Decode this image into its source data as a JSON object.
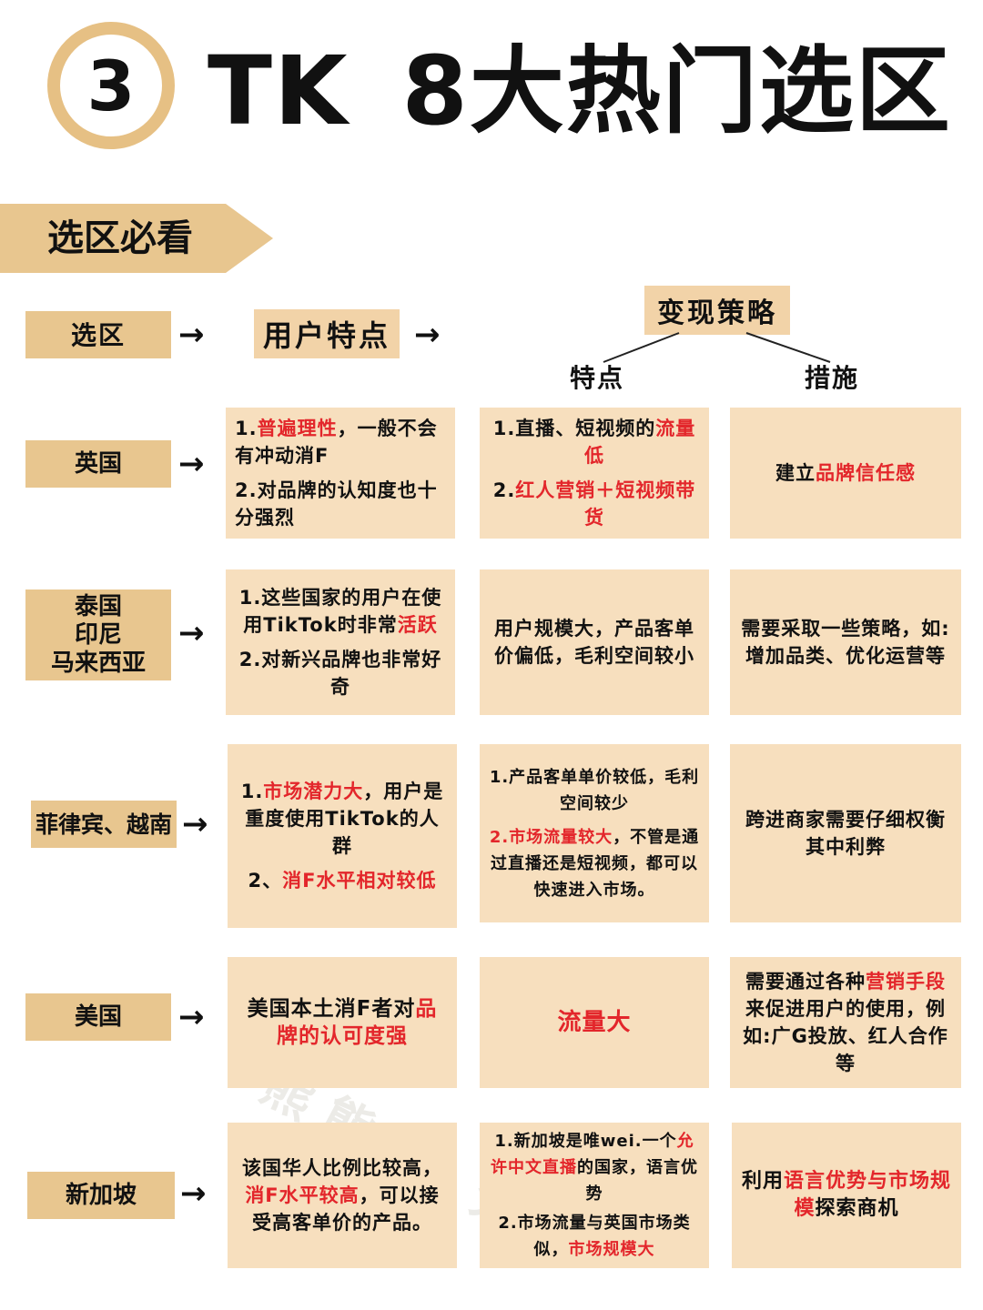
{
  "header": {
    "number": "3",
    "tk": "TK",
    "title": "8大热门选区"
  },
  "banner": {
    "label": "选区必看"
  },
  "columns": {
    "region": "选区",
    "users": "用户特点",
    "strategy": "变现策略",
    "features": "特点",
    "measures": "措施"
  },
  "arrow_glyph": "→",
  "rows": [
    {
      "region": "英国",
      "users": [
        [
          {
            "t": "1."
          },
          {
            "t": "普遍理性",
            "red": true
          },
          {
            "t": "，一般不会有冲动消F"
          }
        ],
        [
          {
            "t": "2.对品牌的认知度也十分强烈"
          }
        ]
      ],
      "features": [
        [
          {
            "t": "1.直播、短视频的"
          },
          {
            "t": "流量低",
            "red": true
          }
        ],
        [
          {
            "t": "2."
          },
          {
            "t": "红人营销＋短视频带货",
            "red": true
          }
        ]
      ],
      "measures": [
        [
          {
            "t": "建立"
          },
          {
            "t": "品牌信任感",
            "red": true
          }
        ]
      ]
    },
    {
      "region": "泰国\n印尼\n马来西亚",
      "users": [
        [
          {
            "t": "1.这些国家的用户在使用TikTok时非常"
          },
          {
            "t": "活跃",
            "red": true
          }
        ],
        [
          {
            "t": "2.对新兴品牌也非常好奇"
          }
        ]
      ],
      "features": [
        [
          {
            "t": "用户规模大，产品客单价偏低，毛利空间较小"
          }
        ]
      ],
      "measures": [
        [
          {
            "t": "需要采取一些策略，如:增加品类、优化运营等"
          }
        ]
      ]
    },
    {
      "region": "菲律宾、越南",
      "users": [
        [
          {
            "t": "1."
          },
          {
            "t": "市场潜力大",
            "red": true
          },
          {
            "t": "，用户是重度使用TikTok的人群"
          }
        ],
        [
          {
            "t": "2、"
          },
          {
            "t": "消F水平相对较低",
            "red": true
          }
        ]
      ],
      "features": [
        [
          {
            "t": "1.产品客单单价较低，毛利空间较少"
          }
        ],
        [
          {
            "t": "2.",
            "red": true
          },
          {
            "t": "市场流量较大",
            "red": true
          },
          {
            "t": "，不管是通过直播还是短视频，都可以快速进入市场。"
          }
        ]
      ],
      "measures": [
        [
          {
            "t": "跨进商家需要仔细权衡其中利弊"
          }
        ]
      ]
    },
    {
      "region": "美国",
      "users": [
        [
          {
            "t": "美国本土消F者对"
          },
          {
            "t": "品牌的认可度强",
            "red": true
          }
        ]
      ],
      "features": [
        [
          {
            "t": "流量大",
            "red": true
          }
        ]
      ],
      "measures": [
        [
          {
            "t": "需要通过各种"
          },
          {
            "t": "营销手段",
            "red": true
          },
          {
            "t": "来促进用户的使用，例如:广G投放、红人合作等"
          }
        ]
      ]
    },
    {
      "region": "新加坡",
      "users": [
        [
          {
            "t": "该国华人比例比较高，"
          },
          {
            "t": "消F水平较高",
            "red": true
          },
          {
            "t": "，可以接受高客单价的产品。"
          }
        ]
      ],
      "features": [
        [
          {
            "t": "1.新加坡是唯wei.一个"
          },
          {
            "t": "允许中文直播",
            "red": true
          },
          {
            "t": "的国家，语言优势"
          }
        ],
        [
          {
            "t": "2.市场流量与英国市场类似，"
          },
          {
            "t": "市场规模大",
            "red": true
          }
        ]
      ],
      "measures": [
        [
          {
            "t": "利用"
          },
          {
            "t": "语言优势与市场规模",
            "red": true
          },
          {
            "t": "探索商机"
          }
        ]
      ]
    }
  ],
  "watermark": "熊熊/八分享",
  "colors": {
    "accent": "#e8c68f",
    "cell": "#f7dfbe",
    "highlight": "#e3262b",
    "circle": "#e6c084"
  }
}
